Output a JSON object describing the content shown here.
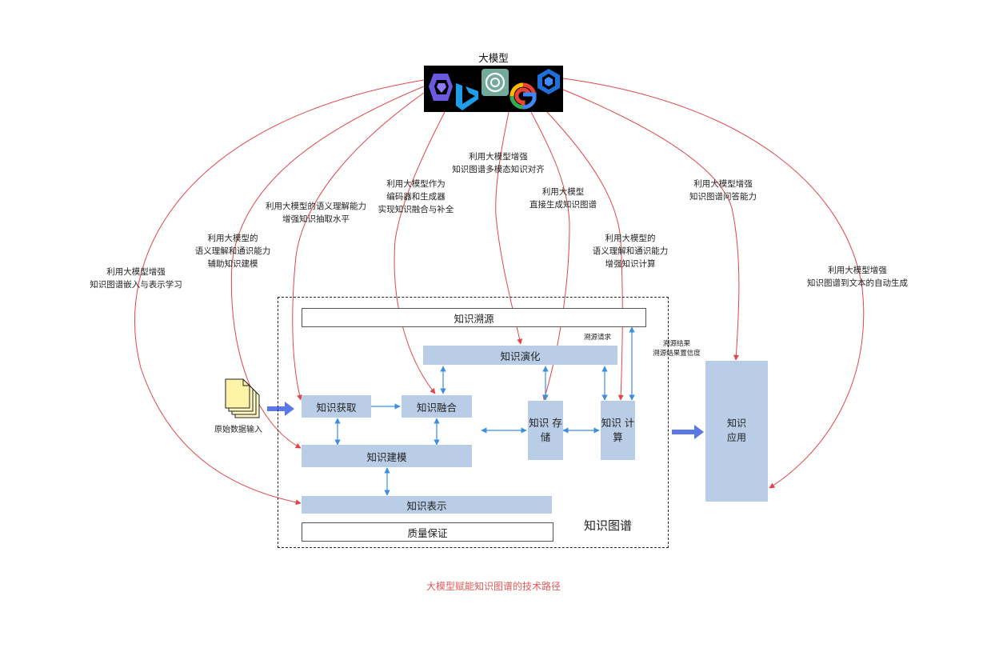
{
  "llm": {
    "title": "大模型",
    "logos": [
      "claude-logo-icon",
      "bing-logo-icon",
      "chatgpt-logo-icon",
      "google-logo-icon",
      "ernie-logo-icon"
    ]
  },
  "red_annotations": {
    "embed": "利用大模型增强\n知识图谱嵌入与表示学习",
    "modeling": "利用大模型的\n语义理解和通识能力\n辅助知识建模",
    "extraction": "利用大模型的语义理解能力\n增强知识抽取水平",
    "fusion": "利用大模型作为\n编码器和生成器\n实现知识融合与补全",
    "multimodal": "利用大模型增强\n知识图谱多模态知识对齐",
    "direct": "利用大模型\n直接生成知识图谱",
    "compute": "利用大模型的\n语义理解和通识能力\n增强知识计算",
    "qa": "利用大模型增强\n知识图谱问答能力",
    "text_gen": "利用大模型增强\n知识图谱到文本的自动生成"
  },
  "kg": {
    "label": "知识图谱",
    "trace": "知识溯源",
    "evolve": "知识演化",
    "acquire": "知识获取",
    "fuse": "知识融合",
    "model": "知识建模",
    "represent": "知识表示",
    "quality": "质量保证",
    "storage": "知识\n存储",
    "compute": "知识\n计算",
    "trace_request": "溯源请求"
  },
  "trace_result": "溯源结果\n溯源结果置信度",
  "raw_input": "原始数据输入",
  "application": "知识\n应用",
  "caption": "大模型赋能知识图谱的技术路径",
  "colors": {
    "red_arrow": "#e0454a",
    "blue_arrow": "#3a8fe0",
    "big_arrow": "#5b78e6",
    "box_fill": "#b9cde6",
    "caption": "#e05a5a"
  }
}
